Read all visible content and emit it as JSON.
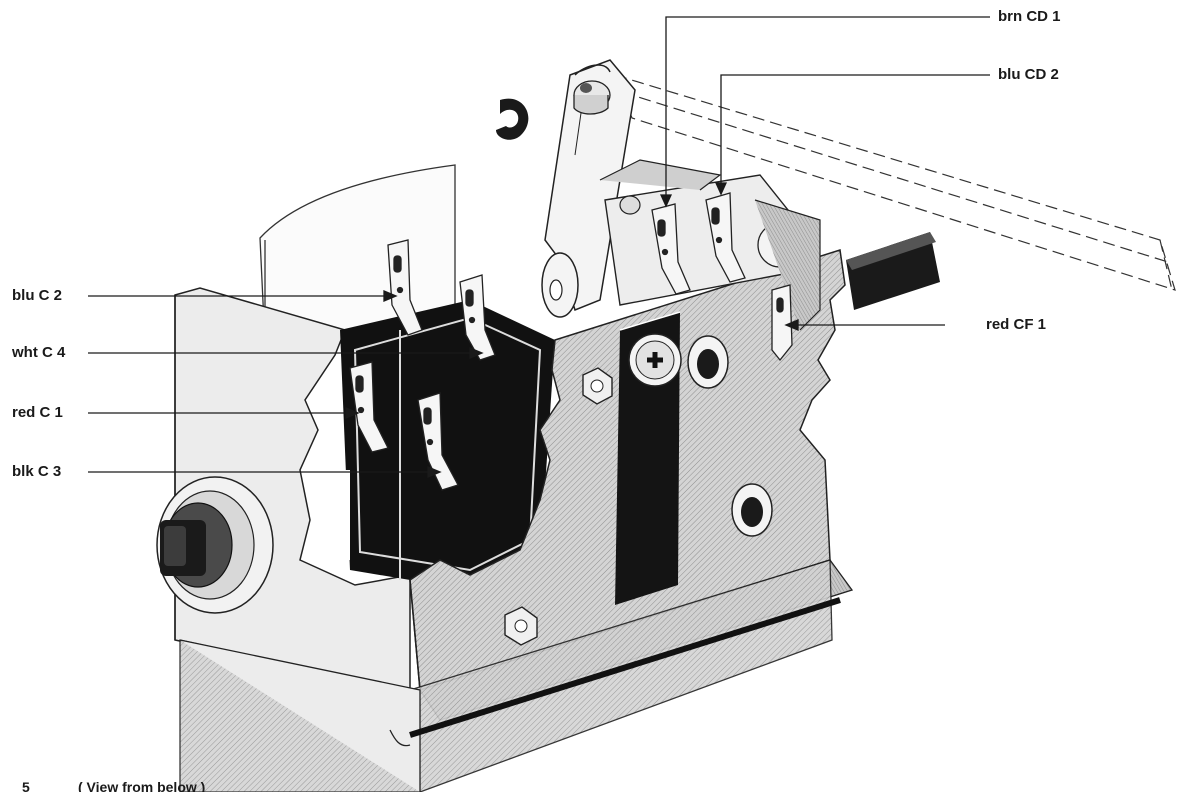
{
  "labels": {
    "brn_cd1": "brn CD 1",
    "blu_cd2": "blu CD 2",
    "blu_c2": "blu C 2",
    "wht_c4": "wht C 4",
    "red_c1": "red C 1",
    "blk_c3": "blk C 3",
    "red_cf1": "red CF 1"
  },
  "footer": {
    "figure_number": "5",
    "view_note": "( View from below )"
  },
  "colors": {
    "ink": "#1a1a1a",
    "shade_light": "#e6e6e6",
    "shade_mid": "#bdbdbd",
    "hatch": "#9a9a9a"
  }
}
